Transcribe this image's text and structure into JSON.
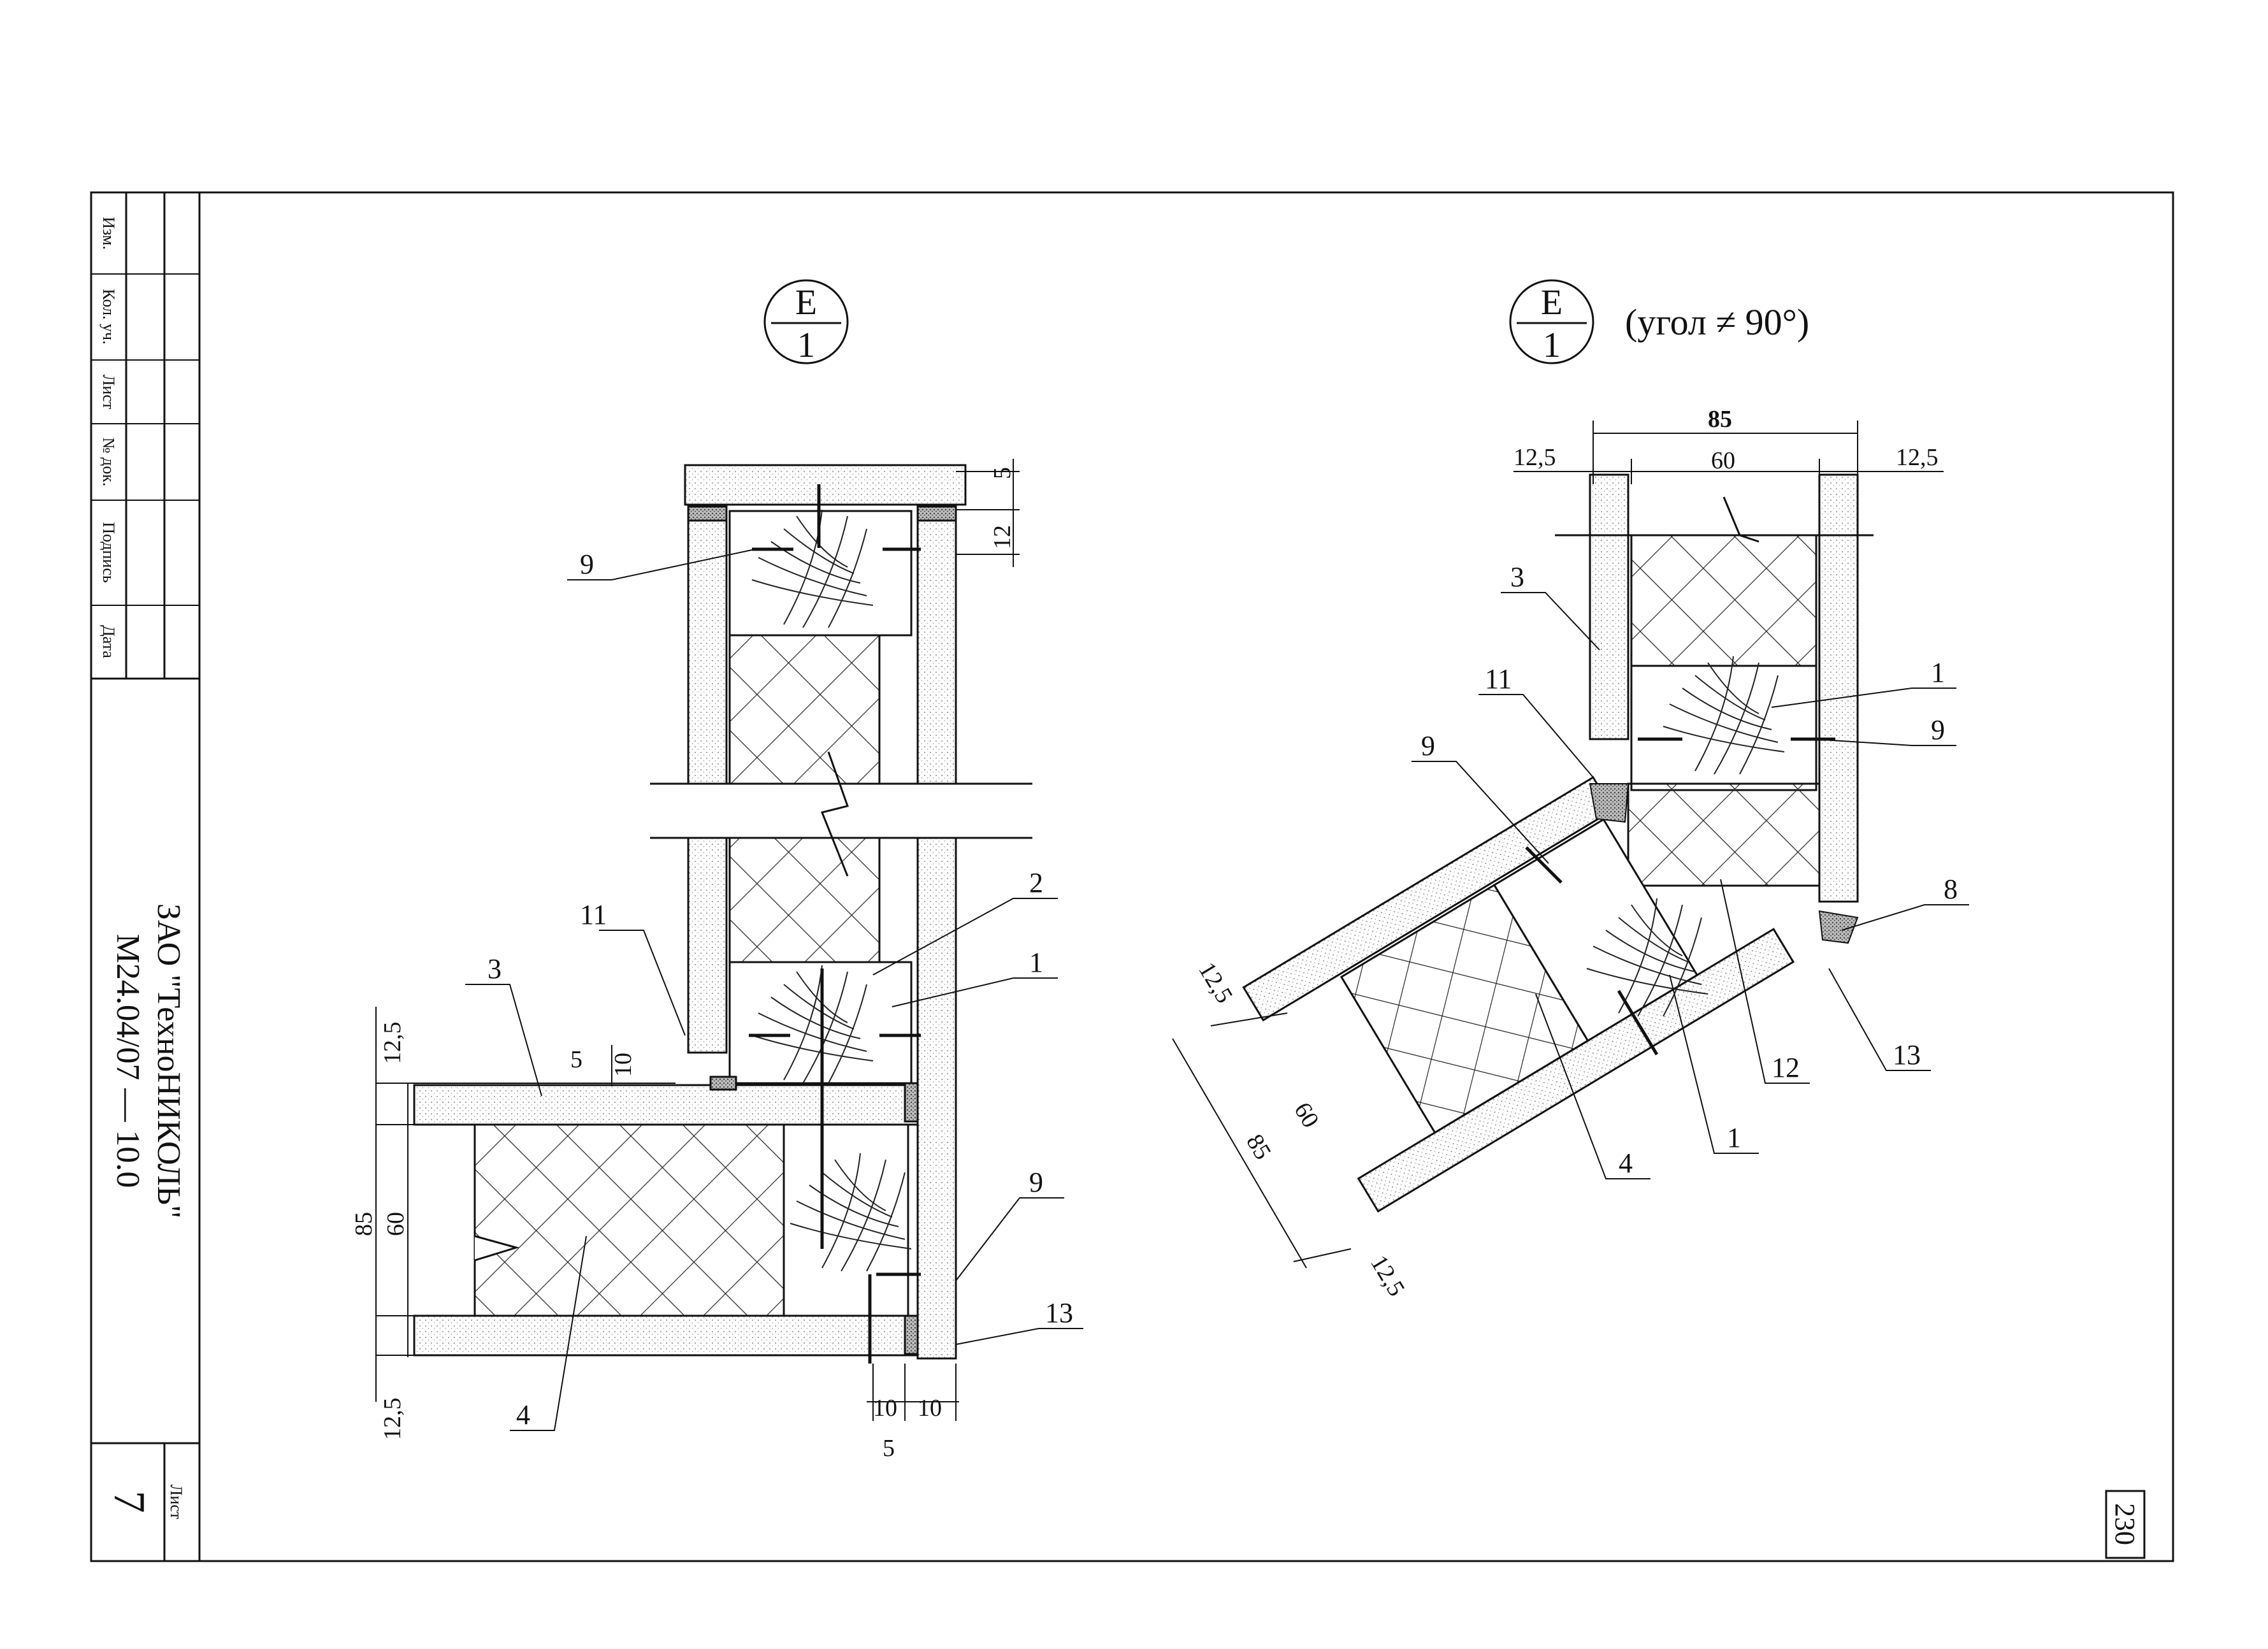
{
  "stamp": {
    "cells": [
      "Изм.",
      "Кол. уч.",
      "Лист",
      "№ док.",
      "Подпись",
      "Дата"
    ],
    "company": "ЗАО \"ТехноНИКОЛЬ\"",
    "doc_code": "М24.04/07  —  10.0",
    "sheet_label": "Лист",
    "sheet_number": "7"
  },
  "page_number": "230",
  "left_view": {
    "marker_top": "Е",
    "marker_bottom": "1",
    "dims": {
      "top_5": "5",
      "top_12": "12",
      "d125_top": "12,5",
      "d5_mid": "5",
      "d10_mid": "10",
      "d85": "85",
      "d60": "60",
      "d125_bot": "12,5",
      "b10a": "10",
      "b10b": "10",
      "b5": "5"
    },
    "callouts": {
      "c9a": "9",
      "c11": "11",
      "c3": "3",
      "c2": "2",
      "c1": "1",
      "c9b": "9",
      "c13": "13",
      "c4": "4"
    }
  },
  "right_view": {
    "marker_top": "Е",
    "marker_bottom": "1",
    "caption": "(угол ≠ 90°)",
    "dims": {
      "d85": "85",
      "d125_left": "12,5",
      "d60": "60",
      "d125_right": "12,5",
      "s125": "12,5",
      "s60": "60",
      "s85": "85",
      "s125b": "12,5"
    },
    "callouts": {
      "c3": "3",
      "c11": "11",
      "c9a": "9",
      "c1a": "1",
      "c9b": "9",
      "c8": "8",
      "c13": "13",
      "c12": "12",
      "c1b": "1",
      "c4": "4"
    }
  }
}
